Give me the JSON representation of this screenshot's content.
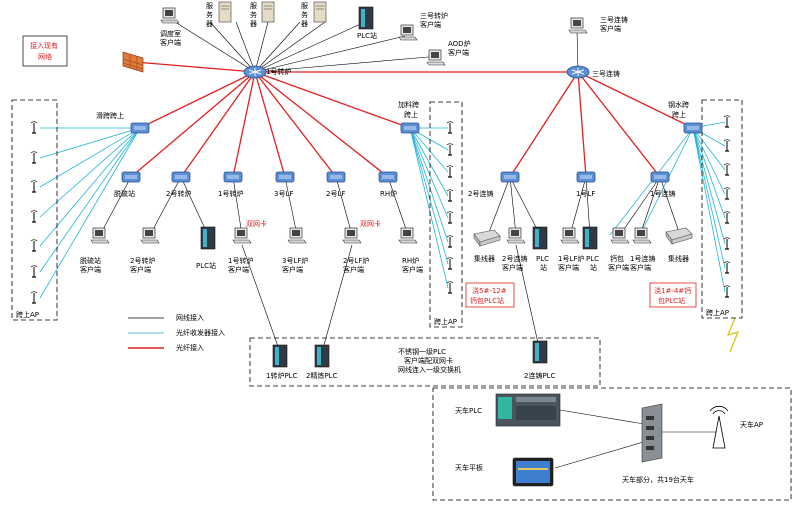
{
  "core": {
    "switch1": "1号转炉",
    "switch2": "三号连铸"
  },
  "top_nodes": {
    "dispatch": [
      "调度室",
      "客户端"
    ],
    "server1": [
      "服",
      "务",
      "器"
    ],
    "server2": [
      "服",
      "务",
      "器"
    ],
    "server3": [
      "服",
      "务",
      "器"
    ],
    "plc": "PLC站",
    "bof3": [
      "三号转炉",
      "客户端"
    ],
    "aod": [
      "AOD炉",
      "客户端"
    ],
    "cc3": [
      "三号连铸",
      "客户端"
    ],
    "internet": [
      "接入现有",
      "网络"
    ]
  },
  "crane_groups": {
    "g1": "滑跨跨上",
    "g2": [
      "加料跨",
      "跨上"
    ],
    "g3": [
      "钢水跨",
      "跨上"
    ],
    "ap1": "跨上AP",
    "ap2": "跨上AP",
    "ap3": "跨上AP"
  },
  "stations": {
    "desulf": "脱硫站",
    "bof2": "2号转炉",
    "bof1": "1号转炉",
    "lf3": "3号LF",
    "lf2": "2号LF",
    "rh": "RH炉",
    "cc2": "2号连铸",
    "lf1": "1号LF",
    "cc1": "1号连铸"
  },
  "clients": {
    "desulf": [
      "脱硫站",
      "客户端"
    ],
    "bof2": [
      "2号转炉",
      "客户端"
    ],
    "plc": "PLC站",
    "bof1": [
      "1号转炉",
      "客户端"
    ],
    "lf3": [
      "3号LF炉",
      "客户端"
    ],
    "lf2": [
      "2号LF炉",
      "客户端"
    ],
    "rh": [
      "RH炉",
      "客户端"
    ],
    "nic1": "双网卡",
    "nic2": "双网卡"
  },
  "caster_clients": {
    "collector1": "集线器",
    "cc2": [
      "2号连铸",
      "客户端"
    ],
    "plc1": [
      "PLC",
      "站"
    ],
    "lf1": [
      "1号LF炉",
      "客户端"
    ],
    "plc2": [
      "PLC",
      "站"
    ],
    "ladle": [
      "钙包",
      "客户端"
    ],
    "cc1": [
      "1号连铸",
      "客户端"
    ],
    "collector2": "集线器",
    "box1": [
      "浇5#-12#",
      "钙包PLC站"
    ],
    "box2": [
      "浇1#-4#钙",
      "包PLC站"
    ]
  },
  "legend": {
    "wire": "网线接入",
    "fiber_tx": "光纤收发器接入",
    "fiber": "光纤接入"
  },
  "plc_box": {
    "plc1": "1转炉PLC",
    "plc2": "2精炼PLC",
    "plc3": "2连铸PLC",
    "note": [
      "不锈钢一级PLC",
      "客户端配双网卡",
      "网线连入一级交换机"
    ]
  },
  "crane": {
    "plc": "天车PLC",
    "tablet": "天车平板",
    "ap": "天车AP",
    "note": "天车部分，共19台天车"
  },
  "colors": {
    "fiber": "#e02020",
    "fiber_tx": "#21b3d6",
    "wire": "#000000",
    "switch": "#4a7cc9"
  }
}
